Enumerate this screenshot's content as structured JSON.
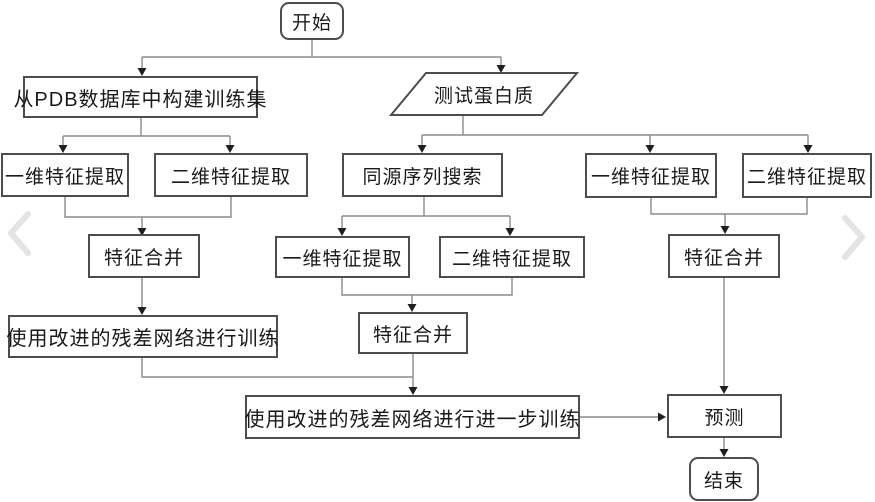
{
  "flowchart": {
    "nodes": {
      "start": {
        "label": "开始",
        "shape": "rounded-rect"
      },
      "build_training_set": {
        "label": "从PDB数据库中构建训练集",
        "shape": "rect"
      },
      "test_protein": {
        "label": "测试蛋白质",
        "shape": "parallelogram"
      },
      "left_feature_1d": {
        "label": "一维特征提取",
        "shape": "rect"
      },
      "left_feature_2d": {
        "label": "二维特征提取",
        "shape": "rect"
      },
      "homology_search": {
        "label": "同源序列搜索",
        "shape": "rect"
      },
      "right_feature_1d": {
        "label": "一维特征提取",
        "shape": "rect"
      },
      "right_feature_2d": {
        "label": "二维特征提取",
        "shape": "rect"
      },
      "left_feature_merge": {
        "label": "特征合并",
        "shape": "rect"
      },
      "mid_feature_1d": {
        "label": "一维特征提取",
        "shape": "rect"
      },
      "mid_feature_2d": {
        "label": "二维特征提取",
        "shape": "rect"
      },
      "right_feature_merge": {
        "label": "特征合并",
        "shape": "rect"
      },
      "train_resnet": {
        "label": "使用改进的残差网络进行训练",
        "shape": "rect"
      },
      "mid_feature_merge": {
        "label": "特征合并",
        "shape": "rect"
      },
      "further_train_resnet": {
        "label": "使用改进的残差网络进行进一步训练",
        "shape": "rect"
      },
      "predict": {
        "label": "预测",
        "shape": "rect"
      },
      "end": {
        "label": "结束",
        "shape": "rounded-rect"
      }
    },
    "edges": [
      {
        "from": "start",
        "to": "build_training_set"
      },
      {
        "from": "start",
        "to": "test_protein"
      },
      {
        "from": "build_training_set",
        "to": "left_feature_1d"
      },
      {
        "from": "build_training_set",
        "to": "left_feature_2d"
      },
      {
        "from": "left_feature_1d",
        "to": "left_feature_merge"
      },
      {
        "from": "left_feature_2d",
        "to": "left_feature_merge"
      },
      {
        "from": "left_feature_merge",
        "to": "train_resnet"
      },
      {
        "from": "train_resnet",
        "to": "further_train_resnet"
      },
      {
        "from": "test_protein",
        "to": "homology_search"
      },
      {
        "from": "test_protein",
        "to": "right_feature_1d"
      },
      {
        "from": "test_protein",
        "to": "right_feature_2d"
      },
      {
        "from": "homology_search",
        "to": "mid_feature_1d"
      },
      {
        "from": "homology_search",
        "to": "mid_feature_2d"
      },
      {
        "from": "mid_feature_1d",
        "to": "mid_feature_merge"
      },
      {
        "from": "mid_feature_2d",
        "to": "mid_feature_merge"
      },
      {
        "from": "mid_feature_merge",
        "to": "further_train_resnet"
      },
      {
        "from": "right_feature_1d",
        "to": "right_feature_merge"
      },
      {
        "from": "right_feature_2d",
        "to": "right_feature_merge"
      },
      {
        "from": "right_feature_merge",
        "to": "predict"
      },
      {
        "from": "further_train_resnet",
        "to": "predict"
      },
      {
        "from": "predict",
        "to": "end"
      }
    ]
  },
  "nav": {
    "chevron_left_icon": "chevron-left",
    "chevron_right_icon": "chevron-right"
  },
  "colors": {
    "background": "#ffffff",
    "box_border": "#4d4d4d",
    "connector": "#8c8c8c",
    "arrow": "#1f1f1f",
    "text": "#1a1a1a",
    "chevron": "#e4e4e4"
  }
}
